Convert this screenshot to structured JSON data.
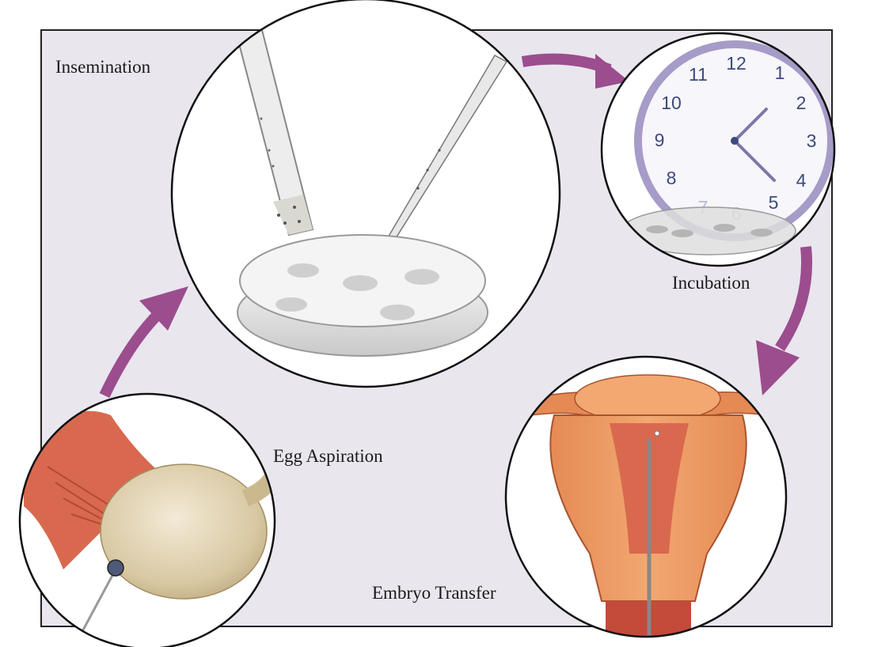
{
  "stages": {
    "insemination": "Insemination",
    "incubation": "Incubation",
    "egg_aspiration": "Egg Aspiration",
    "embryo_transfer": "Embryo Transfer"
  },
  "clock": {
    "numerals": [
      "12",
      "1",
      "2",
      "3",
      "4",
      "5",
      "6",
      "7",
      "8",
      "9",
      "10",
      "11"
    ]
  },
  "colors": {
    "panel_background": "#e9e6ee",
    "arrow": "#9b4d8e",
    "clock_rim": "#a79bc8",
    "tissue": "#d9694e",
    "ovary": "#e2d6b8"
  }
}
